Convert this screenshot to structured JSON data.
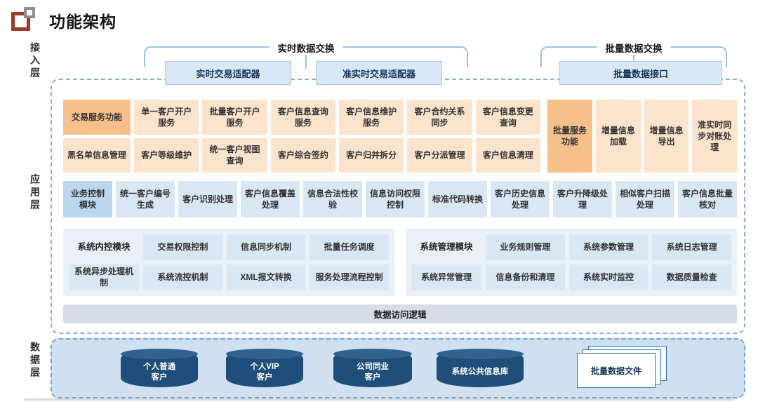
{
  "header": {
    "title": "功能架构"
  },
  "layers": {
    "access": "接入层",
    "app": "应用层",
    "data": "数据层"
  },
  "exchange": {
    "realtime": {
      "label": "实时数据交换",
      "adapter1": "实时交易适配器",
      "adapter2": "准实时交易适配器"
    },
    "batch": {
      "label": "批量数据交换",
      "adapter1": "批量数据接口"
    }
  },
  "tx": {
    "label": "交易服务功能",
    "r1": [
      "单一客户开户服务",
      "批量客户开户服务",
      "客户信息查询服务",
      "客户信息维护服务",
      "客户合约关系同步",
      "客户信息变更查询"
    ],
    "r2head": "黑名单信息管理",
    "r2": [
      "客户等级维护",
      "统一客户视图查询",
      "客户综合签约",
      "客户归并拆分",
      "客户分派管理",
      "客户信息清理"
    ]
  },
  "batchsvc": {
    "label": "批量服务功能",
    "cells": [
      "增量信息加载",
      "增量信息导出",
      "准实时同步对账处理"
    ]
  },
  "bizctl": {
    "label": "业务控制模块",
    "cells": [
      "统一客户编号生成",
      "客户识别处理",
      "客户信息覆盖处理",
      "信息合法性校验",
      "信息访问权限控制",
      "标准代码转换",
      "客户历史信息处理",
      "客户升降级处理",
      "相似客户扫描处理",
      "客户信息批量核对"
    ]
  },
  "sysint": {
    "label": "系统内控模块",
    "r1": [
      "交易权限控制",
      "信息同步机制",
      "批量任务调度"
    ],
    "r2": [
      "系统异步处理机制",
      "系统流控机制",
      "XML报文转换",
      "服务处理流程控制"
    ]
  },
  "sysmgmt": {
    "label": "系统管理模块",
    "r1": [
      "业务规则管理",
      "系统参数管理",
      "系统日志管理"
    ],
    "r2": [
      "系统异常管理",
      "信息备份和清理",
      "系统实时监控",
      "数据质量检查"
    ]
  },
  "dal": {
    "label": "数据访问逻辑"
  },
  "datalayer": {
    "dbs": [
      "个人普通\n客户",
      "个人VIP\n客户",
      "公司同业\n客户",
      "系统公共信息库"
    ],
    "file": "批量数据文件"
  },
  "colors": {
    "orange_label": "#f5c08c",
    "orange_cell": "#fbe3cc",
    "blue_label": "#bcd6ec",
    "blue_cell": "#d9e7f5",
    "panel_bg": "#e9f0f8",
    "bar_bg": "#d6dce4",
    "bracket_line": "#9cc2e5",
    "container_dash": "#8faadc",
    "db_cylinder": "#1e4e79",
    "data_layer_bg": "#d0e0f0",
    "logo_red": "#9c3a28"
  }
}
